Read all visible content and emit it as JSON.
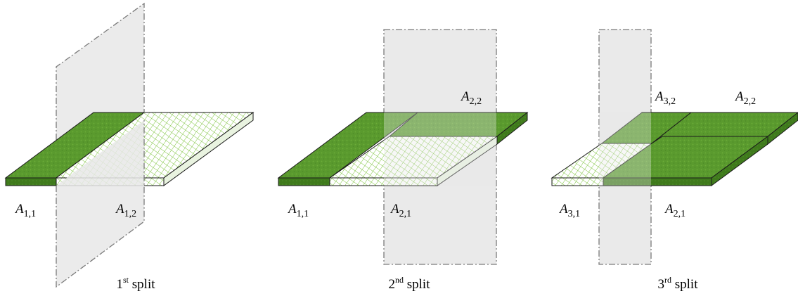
{
  "colors": {
    "grass_top": "#5a9a2e",
    "grass_side": "#3f7a1c",
    "hatch": "#7fc440",
    "hatch_bg": "#ffffff",
    "plane_fill": "#e8e8e8",
    "plane_stroke": "#7a7a7a"
  },
  "panels": [
    {
      "caption": {
        "number": "1",
        "suffix": "st",
        "word": "split"
      },
      "labels": [
        {
          "base": "A",
          "sub": "1,1"
        },
        {
          "base": "A",
          "sub": "1,2"
        }
      ]
    },
    {
      "caption": {
        "number": "2",
        "suffix": "nd",
        "word": "split"
      },
      "labels": [
        {
          "base": "A",
          "sub": "1,1"
        },
        {
          "base": "A",
          "sub": "2,1"
        },
        {
          "base": "A",
          "sub": "2,2"
        }
      ]
    },
    {
      "caption": {
        "number": "3",
        "suffix": "rd",
        "word": "split"
      },
      "labels": [
        {
          "base": "A",
          "sub": "3,1"
        },
        {
          "base": "A",
          "sub": "2,1"
        },
        {
          "base": "A",
          "sub": "3,2"
        },
        {
          "base": "A",
          "sub": "2,2"
        }
      ]
    }
  ]
}
